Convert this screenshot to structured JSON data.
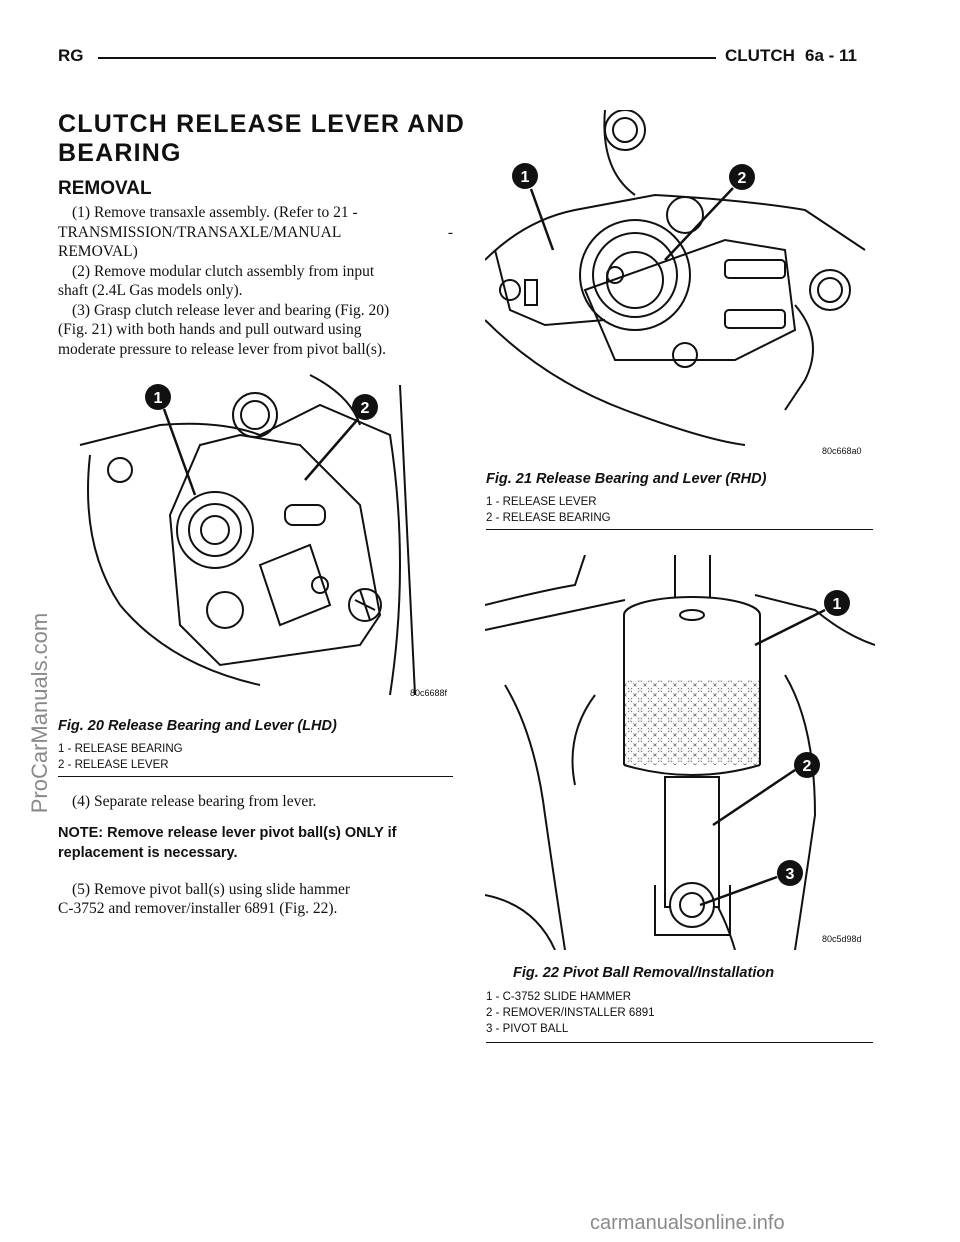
{
  "header": {
    "left": "RG",
    "section": "CLUTCH",
    "page": "6a - 11"
  },
  "title_line1": "CLUTCH RELEASE LEVER AND",
  "title_line2": "BEARING",
  "subheading": "REMOVAL",
  "steps": {
    "s1_l1": "(1) Remove transaxle assembly. (Refer to 21 -",
    "s1_l2a": "TRANSMISSION/TRANSAXLE/MANUAL",
    "s1_l2b": "-",
    "s1_l3": "REMOVAL)",
    "s2_l1": "(2) Remove modular clutch assembly from input",
    "s2_l2": "shaft (2.4L Gas models only).",
    "s3_l1": "(3) Grasp clutch release lever and bearing (Fig. 20)",
    "s3_l2": "(Fig. 21) with both hands and pull outward using",
    "s3_l3": "moderate pressure to release lever from pivot ball(s).",
    "s4": "(4) Separate release bearing from lever.",
    "note_l1": "NOTE: Remove release lever pivot ball(s) ONLY if",
    "note_l2": "replacement is necessary.",
    "s5_l1": "(5) Remove pivot ball(s) using slide hammer",
    "s5_l2": "C-3752 and remover/installer 6891 (Fig. 22)."
  },
  "fig20": {
    "caption": "Fig. 20 Release Bearing and Lever (LHD)",
    "code": "80c6688f",
    "callouts": [
      "1",
      "2"
    ],
    "legend": [
      "1 - RELEASE BEARING",
      "2 - RELEASE LEVER"
    ]
  },
  "fig21": {
    "caption": "Fig. 21 Release Bearing and Lever (RHD)",
    "code": "80c668a0",
    "callouts": [
      "1",
      "2"
    ],
    "legend": [
      "1 - RELEASE LEVER",
      "2 - RELEASE BEARING"
    ]
  },
  "fig22": {
    "caption": "Fig. 22 Pivot Ball Removal/Installation",
    "code": "80c5d98d",
    "callouts": [
      "1",
      "2",
      "3"
    ],
    "legend": [
      "1 - C-3752 SLIDE HAMMER",
      "2 - REMOVER/INSTALLER 6891",
      "3 - PIVOT BALL"
    ]
  },
  "watermark_left": "ProCarManuals.com",
  "watermark_bottom": "carmanualsonline.info"
}
